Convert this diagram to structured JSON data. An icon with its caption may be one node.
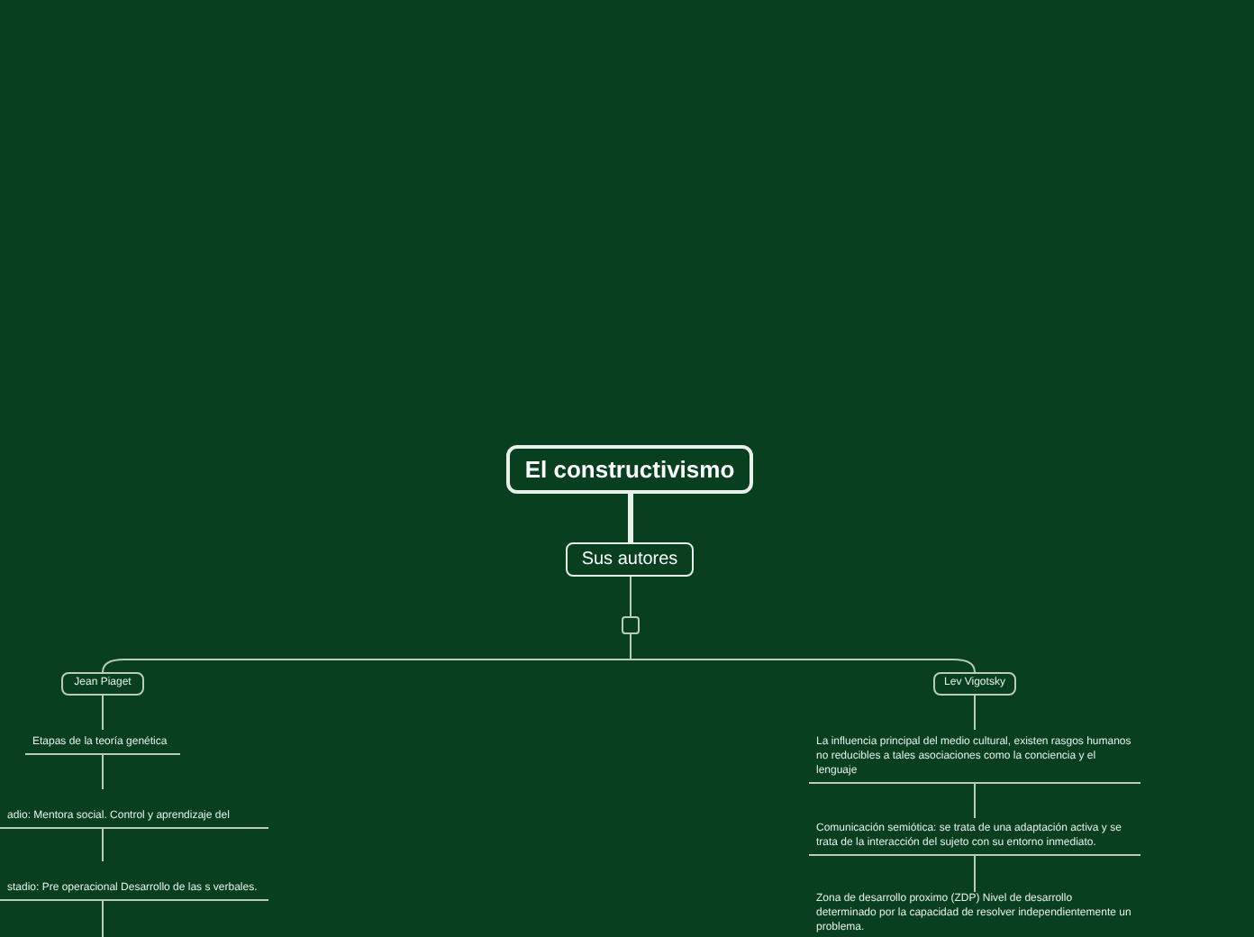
{
  "diagram": {
    "nodes": [
      {
        "text": [
          "El constructivismo"
        ]
      },
      {
        "text": [
          "Sus autores"
        ]
      },
      {
        "text": [],
        "shape": "box"
      },
      {
        "text": [
          "Jean Piaget"
        ]
      },
      {
        "text": [
          "Etapas de la teoría genética"
        ]
      },
      {
        "text": [
          "adio: Mentora social. Control y aprendizaje del"
        ]
      },
      {
        "text": [
          "stadio: Pre operacional Desarrollo de las s verbales."
        ]
      },
      {
        "text": [
          "Lev Vigotsky"
        ]
      },
      {
        "text": [
          "La influencia principal del medio cultural, existen rasgos humanos no reducibles a tales asociaciones como la conciencia y el lenguaje"
        ]
      },
      {
        "text": [
          "Comunicación semiótica: se trata de una adaptación activa y se trata de la interacción del sujeto con su entorno inmediato."
        ]
      },
      {
        "text": [
          "Zona de desarrollo proximo (ZDP) Nivel de desarrollo determinado por la capacidad de resolver independientemente un problema."
        ]
      }
    ],
    "edges": [
      {
        "from": 0,
        "to": 1,
        "arrow": "none",
        "style": "thick"
      },
      {
        "from": 1,
        "to": 2,
        "arrow": "none"
      },
      {
        "from": 2,
        "to": 3,
        "arrow": "none"
      },
      {
        "from": 2,
        "to": 7,
        "arrow": "none"
      },
      {
        "from": 3,
        "to": 4,
        "arrow": "none"
      },
      {
        "from": 4,
        "to": 5,
        "arrow": "none"
      },
      {
        "from": 5,
        "to": 6,
        "arrow": "none"
      },
      {
        "from": 6,
        "to": null,
        "arrow": "none"
      },
      {
        "from": 7,
        "to": 8,
        "arrow": "none"
      },
      {
        "from": 8,
        "to": 9,
        "arrow": "none"
      },
      {
        "from": 9,
        "to": 10,
        "arrow": "none"
      }
    ]
  }
}
